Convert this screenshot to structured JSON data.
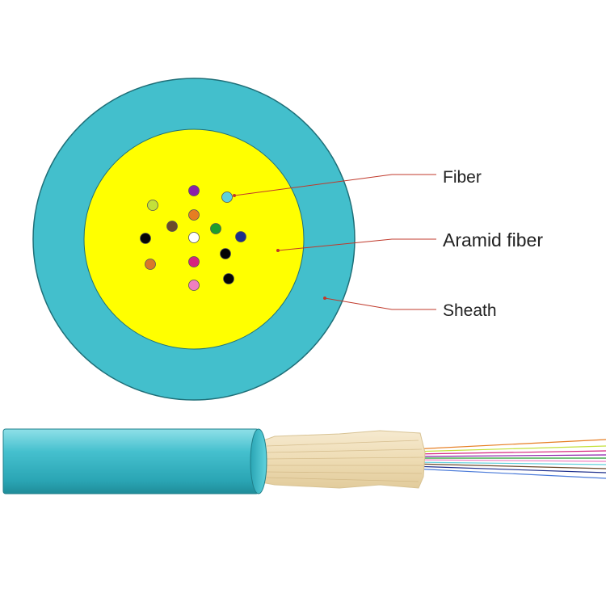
{
  "labels": {
    "fiber": "Fiber",
    "aramid": "Aramid fiber",
    "sheath": "Sheath"
  },
  "colors": {
    "sheath": "#43bfcc",
    "sheath_outline": "#1f6f78",
    "aramid": "#ffff00",
    "leader_line": "#c0392b",
    "label_text": "#222222",
    "fiber_bundle": "#efe0bd"
  },
  "fibers": [
    {
      "name": "violet",
      "color": "#8b1fa9"
    },
    {
      "name": "lime",
      "color": "#c3e03a"
    },
    {
      "name": "aqua",
      "color": "#5fd0dc"
    },
    {
      "name": "orange",
      "color": "#e67e22"
    },
    {
      "name": "brown",
      "color": "#6b4a2b"
    },
    {
      "name": "green",
      "color": "#1e9e2c"
    },
    {
      "name": "black",
      "color": "#050505"
    },
    {
      "name": "white",
      "color": "#ffffff"
    },
    {
      "name": "blue",
      "color": "#1c2e8c"
    },
    {
      "name": "black",
      "color": "#050505"
    },
    {
      "name": "orange",
      "color": "#d8782a"
    },
    {
      "name": "rose",
      "color": "#d6247e"
    },
    {
      "name": "black",
      "color": "#050505"
    },
    {
      "name": "pink",
      "color": "#f07ec0"
    }
  ]
}
